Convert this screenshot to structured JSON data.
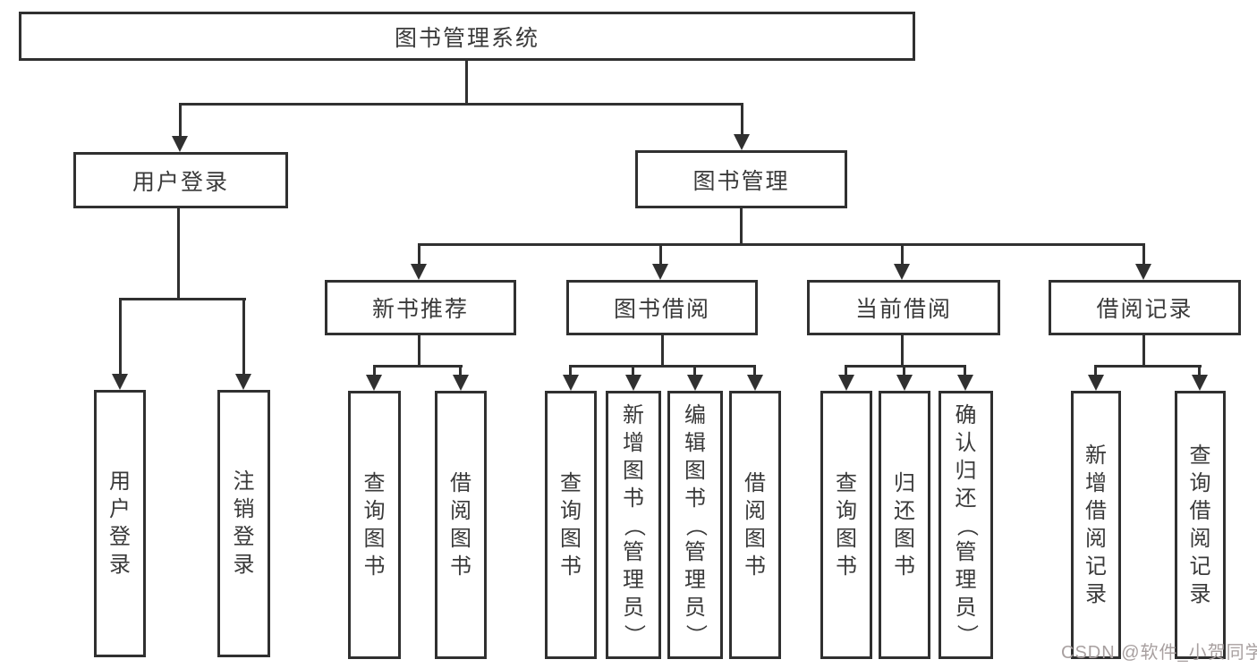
{
  "nodes": {
    "root": "图书管理系统",
    "user_login": "用户登录",
    "book_mgmt": "图书管理",
    "new_books": "新书推荐",
    "book_borrow": "图书借阅",
    "current_borrow": "当前借阅",
    "borrow_records": "借阅记录",
    "user_login_children": [
      "用户登录",
      "注销登录"
    ],
    "new_books_children": [
      "查询图书",
      "借阅图书"
    ],
    "book_borrow_children": [
      "查询图书",
      "新增图书（管理员）",
      "编辑图书（管理员）",
      "借阅图书"
    ],
    "current_borrow_children": [
      "查询图书",
      "归还图书",
      "确认归还（管理员）"
    ],
    "borrow_records_children": [
      "新增借阅记录",
      "查询借阅记录"
    ]
  },
  "watermark": "CSDN @软件_小贺同学",
  "colors": {
    "line": "#303030",
    "text": "#3a3a3a",
    "watermark": "#a8a0a0",
    "background": "#ffffff"
  }
}
